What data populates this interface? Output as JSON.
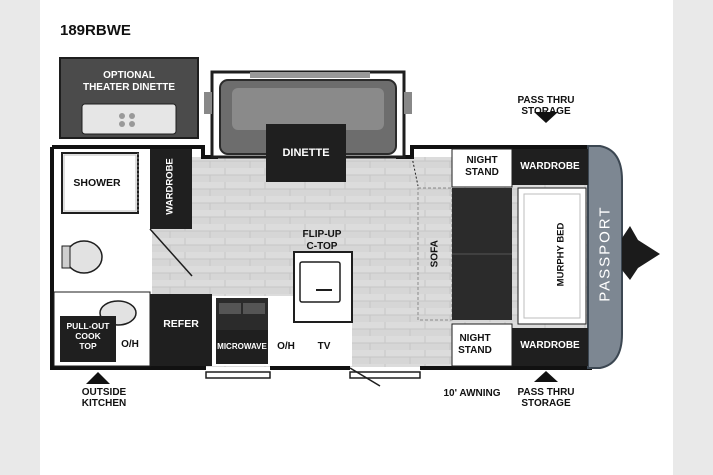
{
  "model": "189RBWE",
  "labels": {
    "optional_dinette": "OPTIONAL\nTHEATER DINETTE",
    "dinette": "DINETTE",
    "shower": "SHOWER",
    "wardrobe_rear": "WARDROBE",
    "night_stand_top": "NIGHT\nSTAND",
    "wardrobe_top": "WARDROBE",
    "wardrobe_bottom": "WARDROBE",
    "night_stand_bottom": "NIGHT\nSTAND",
    "sofa": "SOFA",
    "murphy_bed": "MURPHY BED",
    "brand": "PASSPORT",
    "flip_up": "FLIP-UP\nC-TOP",
    "refer": "REFER",
    "microwave": "MICROWAVE",
    "oh_kitchen": "O/H",
    "oh_bath": "O/H",
    "tv": "TV",
    "pull_out_cooktop": "PULL-OUT\nCOOK\nTOP",
    "pass_thru_top": "PASS THRU\nSTORAGE",
    "pass_thru_bottom": "PASS THRU\nSTORAGE",
    "outside_kitchen": "OUTSIDE\nKITCHEN",
    "awning": "10' AWNING"
  }
}
